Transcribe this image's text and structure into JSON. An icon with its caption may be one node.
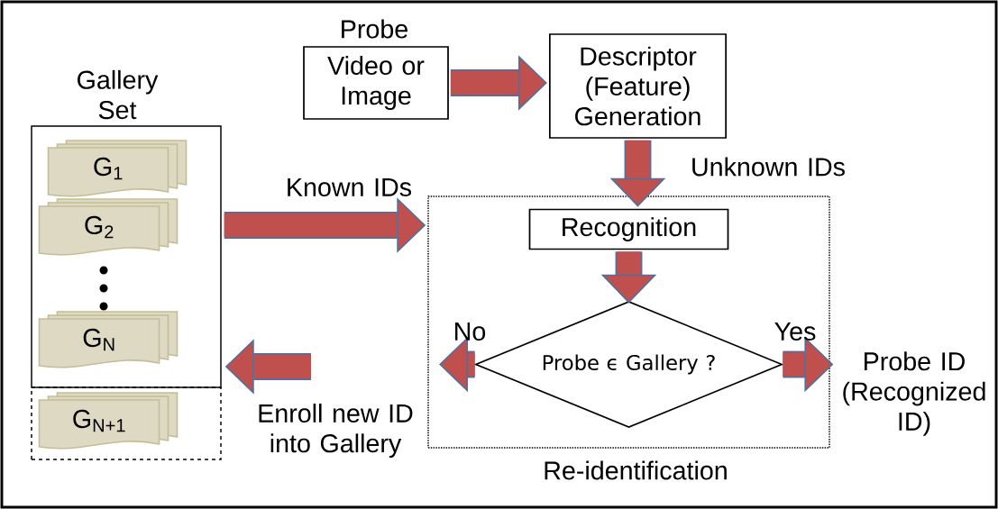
{
  "diagram": {
    "nodes": [
      {
        "text": [
          "Gallery Set"
        ]
      },
      {
        "text": [
          "G$_{1}$"
        ],
        "in": 0
      },
      {
        "text": [
          "G$_{2}$"
        ],
        "in": 0
      },
      {
        "text": [
          "G$_{N}$"
        ],
        "in": 0
      },
      {
        "text": [],
        "shape": "box"
      },
      {
        "text": [
          "G$_{N+1}$"
        ],
        "in": 4
      },
      {
        "text": [
          "Probe",
          "Video or Image"
        ]
      },
      {
        "text": [
          "Descriptor (Feature) Generation"
        ]
      },
      {
        "text": [
          "Re-identification"
        ]
      },
      {
        "text": [
          "Recognition"
        ],
        "in": 8
      },
      {
        "text": [
          "Probe ϵ Gallery ?"
        ],
        "in": 8
      },
      {
        "text": [
          "Probe ID (Recognized ID)"
        ]
      }
    ],
    "edges": [
      {
        "from": 6,
        "to": 7,
        "arrow": "to"
      },
      {
        "from": 7,
        "to": 9,
        "arrow": "to",
        "label": "Unknown IDs"
      },
      {
        "from": 0,
        "to": 8,
        "arrow": "to",
        "label": "Known IDs"
      },
      {
        "from": 9,
        "to": 10,
        "arrow": "to"
      },
      {
        "from": 10,
        "to": null,
        "arrow": "to",
        "label": "No"
      },
      {
        "from": null,
        "to": 0,
        "arrow": "to",
        "label": "Enroll new ID into Gallery"
      },
      {
        "from": 10,
        "to": 11,
        "arrow": "to",
        "label": "Yes"
      }
    ]
  }
}
